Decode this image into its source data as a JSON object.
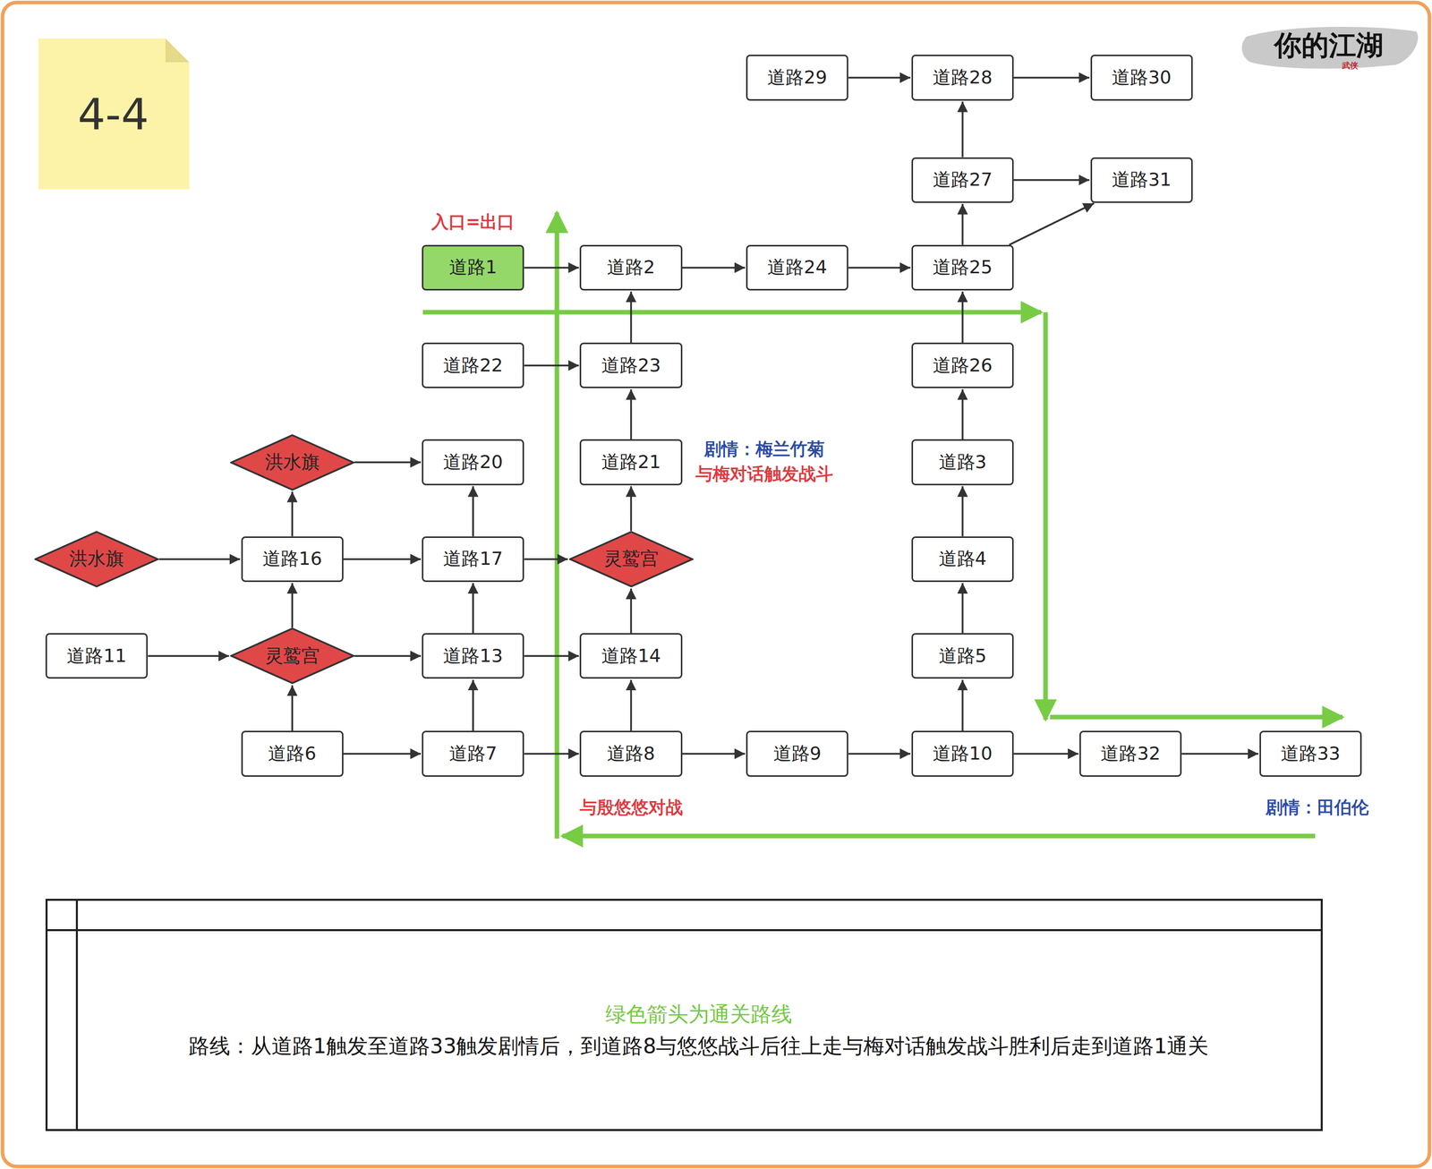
{
  "diagram": {
    "nodes": [
      {
        "text": [
          "道路29"
        ]
      },
      {
        "text": [
          "道路28"
        ]
      },
      {
        "text": [
          "道路30"
        ]
      },
      {
        "text": [
          "道路27"
        ]
      },
      {
        "text": [
          "道路31"
        ]
      },
      {
        "text": [
          "道路1"
        ]
      },
      {
        "text": [
          "道路2"
        ]
      },
      {
        "text": [
          "道路24"
        ]
      },
      {
        "text": [
          "道路25"
        ]
      },
      {
        "text": [
          "道路22"
        ]
      },
      {
        "text": [
          "道路23"
        ]
      },
      {
        "text": [
          "道路26"
        ]
      },
      {
        "text": [
          "洪水旗"
        ]
      },
      {
        "text": [
          "道路20"
        ]
      },
      {
        "text": [
          "道路21"
        ]
      },
      {
        "text": [
          "道路3"
        ]
      },
      {
        "text": [
          "洪水旗"
        ]
      },
      {
        "text": [
          "道路16"
        ]
      },
      {
        "text": [
          "道路17"
        ]
      },
      {
        "text": [
          "灵鹫宫"
        ]
      },
      {
        "text": [
          "道路4"
        ]
      },
      {
        "text": [
          "道路11"
        ]
      },
      {
        "text": [
          "灵鹫宫"
        ]
      },
      {
        "text": [
          "道路13"
        ]
      },
      {
        "text": [
          "道路14"
        ]
      },
      {
        "text": [
          "道路5"
        ]
      },
      {
        "text": [
          "道路6"
        ]
      },
      {
        "text": [
          "道路7"
        ]
      },
      {
        "text": [
          "道路8"
        ]
      },
      {
        "text": [
          "道路9"
        ]
      },
      {
        "text": [
          "道路10"
        ]
      },
      {
        "text": [
          "道路32"
        ]
      },
      {
        "text": [
          "道路33"
        ]
      }
    ],
    "edges": [
      {
        "from": 0,
        "to": 1,
        "arrow": "to"
      },
      {
        "from": 1,
        "to": 2,
        "arrow": "to"
      },
      {
        "from": 3,
        "to": 1,
        "arrow": "to"
      },
      {
        "from": 3,
        "to": 4,
        "arrow": "to"
      },
      {
        "from": 8,
        "to": 3,
        "arrow": "to"
      },
      {
        "from": 8,
        "to": 4,
        "arrow": "to"
      },
      {
        "from": 5,
        "to": 6,
        "arrow": "to"
      },
      {
        "from": 6,
        "to": 7,
        "arrow": "to"
      },
      {
        "from": 7,
        "to": 8,
        "arrow": "to"
      },
      {
        "from": 11,
        "to": 8,
        "arrow": "to"
      },
      {
        "from": 9,
        "to": 10,
        "arrow": "to"
      },
      {
        "from": 10,
        "to": 6,
        "arrow": "to"
      },
      {
        "from": 15,
        "to": 11,
        "arrow": "to"
      },
      {
        "from": 14,
        "to": 10,
        "arrow": "to"
      },
      {
        "from": 12,
        "to": 13,
        "arrow": "to"
      },
      {
        "from": 17,
        "to": 12,
        "arrow": "to"
      },
      {
        "from": 16,
        "to": 17,
        "arrow": "to"
      },
      {
        "from": 17,
        "to": 18,
        "arrow": "to"
      },
      {
        "from": 18,
        "to": 13,
        "arrow": "to"
      },
      {
        "from": 18,
        "to": 19,
        "arrow": "to"
      },
      {
        "from": 19,
        "to": 14,
        "arrow": "to"
      },
      {
        "from": 21,
        "to": 22,
        "arrow": "to"
      },
      {
        "from": 22,
        "to": 17,
        "arrow": "to"
      },
      {
        "from": 22,
        "to": 23,
        "arrow": "to"
      },
      {
        "from": 23,
        "to": 18,
        "arrow": "to"
      },
      {
        "from": 23,
        "to": 24,
        "arrow": "to"
      },
      {
        "from": 24,
        "to": 19,
        "arrow": "to"
      },
      {
        "from": 20,
        "to": 15,
        "arrow": "to"
      },
      {
        "from": 25,
        "to": 20,
        "arrow": "to"
      },
      {
        "from": 30,
        "to": 25,
        "arrow": "to"
      },
      {
        "from": 26,
        "to": 22,
        "arrow": "to"
      },
      {
        "from": 26,
        "to": 27,
        "arrow": "to"
      },
      {
        "from": 27,
        "to": 23,
        "arrow": "to"
      },
      {
        "from": 27,
        "to": 28,
        "arrow": "to"
      },
      {
        "from": 28,
        "to": 24,
        "arrow": "to"
      },
      {
        "from": 28,
        "to": 29,
        "arrow": "to"
      },
      {
        "from": 29,
        "to": 30,
        "arrow": "to"
      },
      {
        "from": 30,
        "to": 31,
        "arrow": "to"
      },
      {
        "from": 31,
        "to": 32,
        "arrow": "to"
      }
    ],
    "labels": [
      "4-4",
      "你的江湖",
      "武侠",
      "入口=出口",
      "剧情：梅兰竹菊",
      "与梅对话触发战斗",
      "与殷悠悠对战",
      "剧情：田伯伦",
      "绿色箭头为通关路线",
      "路线：从道路1触发至道路33触发剧情后，到道路8与悠悠战斗后往上走与梅对话触发战斗胜利后走到道路1通关"
    ]
  }
}
